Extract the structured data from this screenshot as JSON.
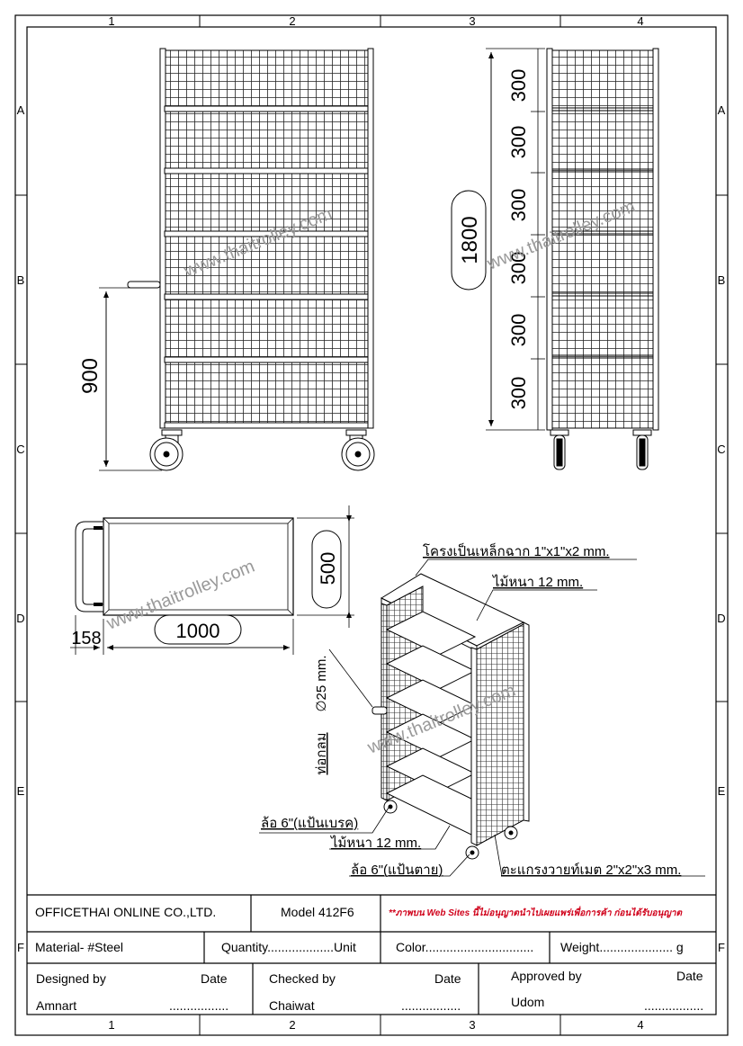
{
  "grid": {
    "columns": [
      "1",
      "2",
      "3",
      "4"
    ],
    "rows": [
      "A",
      "B",
      "C",
      "D",
      "E",
      "F"
    ]
  },
  "views": {
    "front": {
      "dimension_height": "900"
    },
    "side": {
      "dimension_total": "1800",
      "shelf_spacings": [
        "300",
        "300",
        "300",
        "300",
        "300",
        "300"
      ]
    },
    "top": {
      "dimension_depth": "500",
      "dimension_length": "1000",
      "dimension_handle": "158"
    }
  },
  "watermark": "www.thaitrolley.com",
  "callouts": {
    "frame": "โครงเป็นเหล็กฉาก 1\"x1\"x2 mm.",
    "top_board": "ไม้หนา 12 mm.",
    "pipe_label": "ท่อกลม",
    "pipe_diameter": "∅25 mm.",
    "caster_brake": "ล้อ 6\"(แป้นเบรค)",
    "shelf_board": "ไม้หนา 12 mm.",
    "caster_fixed": "ล้อ 6\"(แป้นตาย)",
    "mesh": "ตะแกรงวายท์เมต 2\"x2\"x3 mm."
  },
  "title_block": {
    "company": "OFFICETHAI ONLINE CO.,LTD.",
    "model": "Model   412F6",
    "notice": "**ภาพบน Web Sites นี้ไม่อนุญาตนำไปเผยแพร่เพื่อการค้า ก่อนได้รับอนุญาต",
    "material": "Material-   #Steel",
    "quantity": "Quantity...................Unit",
    "color": "Color...............................",
    "weight": "Weight..................... g",
    "designed_by_label": "Designed by",
    "designed_by_name": "Amnart",
    "checked_by_label": "Checked by",
    "checked_by_name": "Chaiwat",
    "approved_by_label": "Approved by",
    "approved_by_name": "Udom",
    "date_label": "Date",
    "date_value": "................."
  }
}
